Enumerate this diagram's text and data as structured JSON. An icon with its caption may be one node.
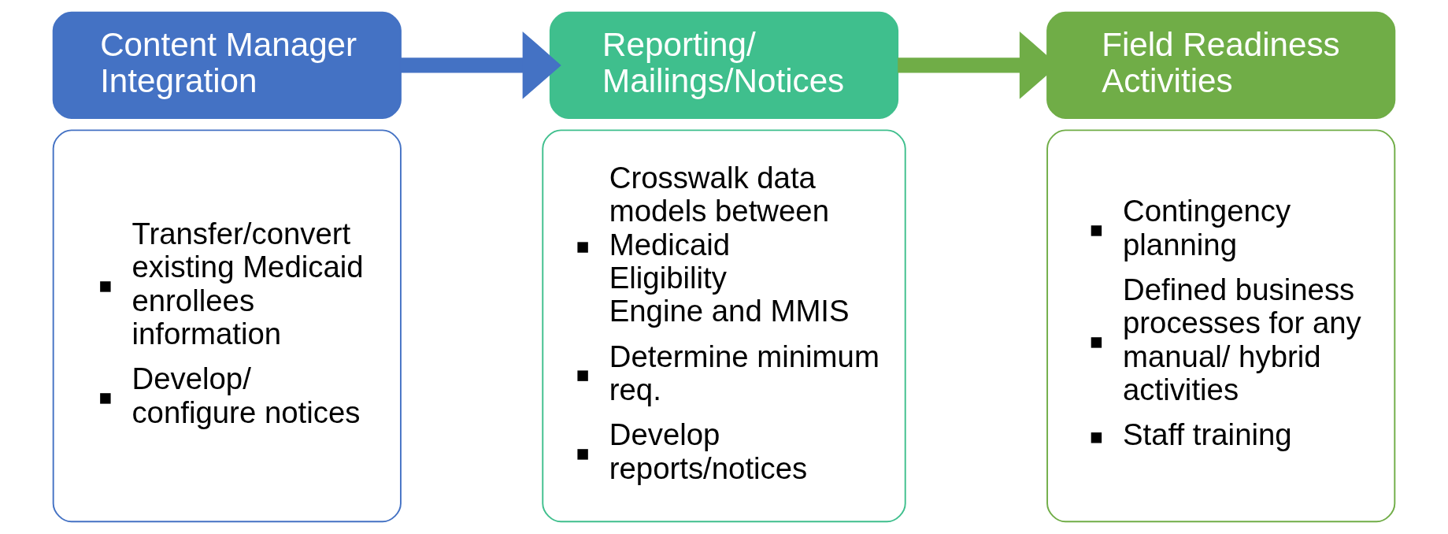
{
  "diagram": {
    "nodes": [
      {
        "text": [
          "Content Manager Integration"
        ]
      },
      {
        "text": [
          "Transfer/convert existing Medicaid enrollees information",
          "Develop/ configure notices"
        ]
      },
      {
        "text": [
          "Reporting/ Mailings/Notices"
        ]
      },
      {
        "text": [
          "Crosswalk data models between Medicaid Eligibility Engine and MMIS",
          "Determine minimum req.",
          "Develop reports/notices"
        ]
      },
      {
        "text": [
          "Field Readiness Activities"
        ]
      },
      {
        "text": [
          "Contingency planning",
          "Defined business processes for any manual/ hybrid activities",
          "Staff training"
        ]
      }
    ],
    "edges": [
      {
        "from": 0,
        "to": 2,
        "arrow": "to",
        "color": "#4472c4"
      },
      {
        "from": 2,
        "to": 4,
        "arrow": "to",
        "color": "#70ad47"
      }
    ]
  }
}
